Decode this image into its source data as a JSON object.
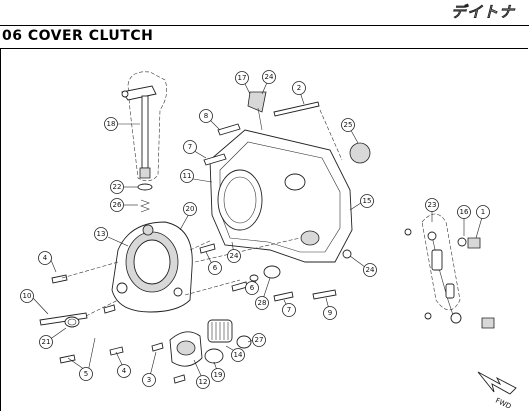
{
  "page": {
    "brand": "デイトナ",
    "title": "06 COVER CLUTCH"
  },
  "fwd_label": "FWD",
  "callouts": [
    "1",
    "2",
    "3",
    "4",
    "4",
    "5",
    "6",
    "6",
    "7",
    "7",
    "8",
    "9",
    "10",
    "11",
    "12",
    "13",
    "14",
    "15",
    "16",
    "17",
    "18",
    "19",
    "20",
    "21",
    "22",
    "23",
    "24",
    "24",
    "24",
    "24",
    "25",
    "26",
    "27",
    "28"
  ]
}
